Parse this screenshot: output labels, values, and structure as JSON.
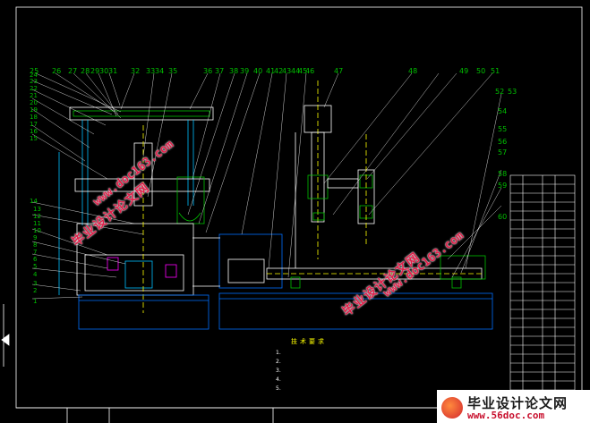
{
  "balloons_top_left": [
    "25",
    "26",
    "27",
    "28",
    "29",
    "30",
    "31",
    "32",
    "33",
    "34",
    "35",
    "36",
    "37",
    "38",
    "39",
    "40",
    "41",
    "42",
    "43",
    "44",
    "45",
    "46",
    "47"
  ],
  "balloons_top_right": [
    "48",
    "49",
    "50",
    "51",
    "52",
    "53",
    "54",
    "55",
    "56",
    "57",
    "58",
    "59",
    "60"
  ],
  "balloons_left": [
    "1",
    "2",
    "3",
    "4",
    "5",
    "6",
    "7",
    "8",
    "9",
    "10",
    "11",
    "12",
    "13",
    "14",
    "15",
    "16",
    "17",
    "18",
    "19",
    "20",
    "21",
    "22",
    "23",
    "24"
  ],
  "notes_title": "技术要求",
  "notes": [
    "1.",
    "2.",
    "3.",
    "4.",
    "5."
  ],
  "watermark_cn": "毕业设计论文网",
  "watermark_url": "www.doc163.com",
  "logo_text": "毕业设计论文网",
  "logo_url": "www.56doc.com"
}
